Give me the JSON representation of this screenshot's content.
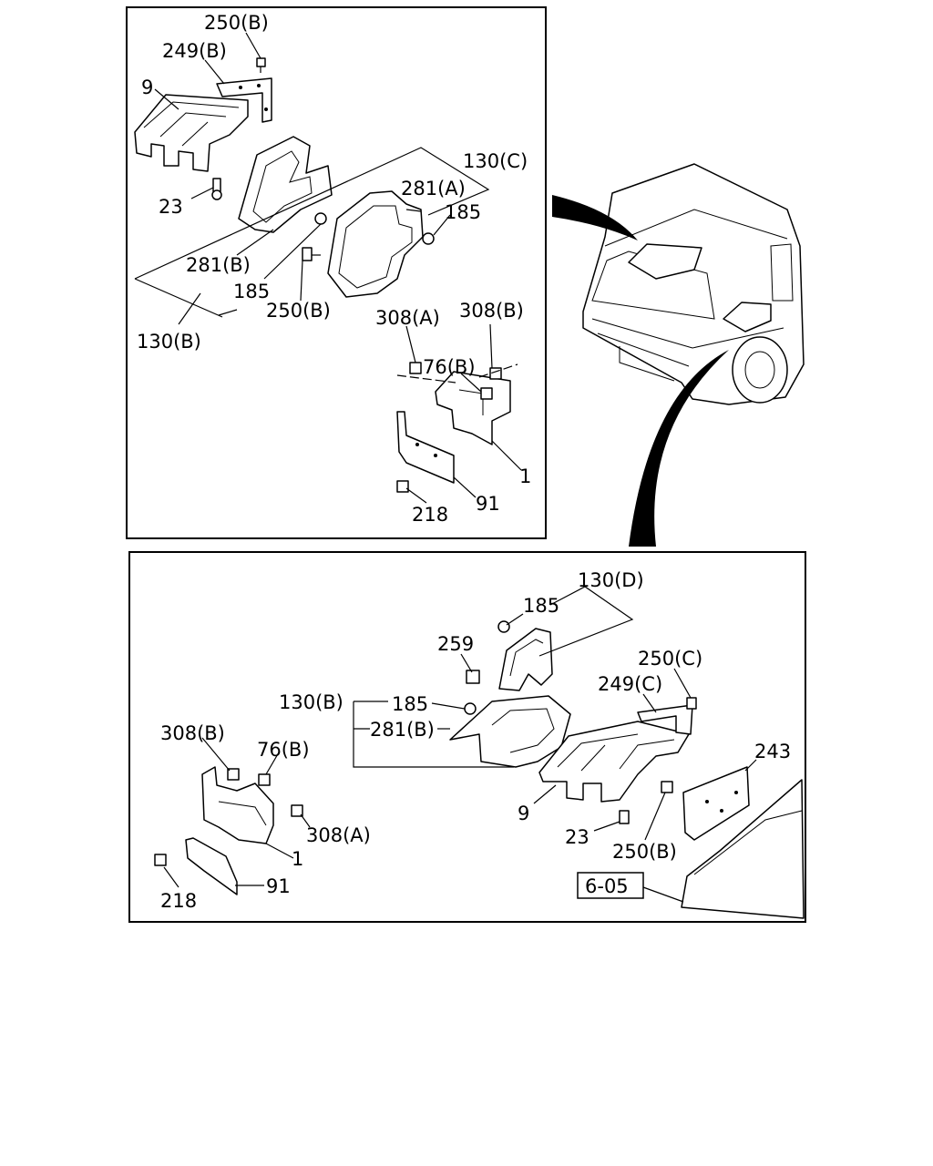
{
  "top_panel": {
    "labels": {
      "p250b": "250(B)",
      "p249b": "249(B)",
      "p9": "9",
      "p23": "23",
      "p130c": "130(C)",
      "p281a": "281(A)",
      "p185a": "185",
      "p281b": "281(B)",
      "p185b": "185",
      "p250b2": "250(B)",
      "p130b": "130(B)",
      "p308a": "308(A)",
      "p308b": "308(B)",
      "p76b": "76(B)",
      "p1": "1",
      "p91": "91",
      "p218": "218"
    }
  },
  "bottom_panel": {
    "labels": {
      "p130d": "130(D)",
      "p185": "185",
      "p259": "259",
      "p250c": "250(C)",
      "p249c": "249(C)",
      "p130b": "130(B)",
      "p185b": "185",
      "p281b": "281(B)",
      "p243": "243",
      "p308b": "308(B)",
      "p76b": "76(B)",
      "p308a": "308(A)",
      "p1": "1",
      "p218": "218",
      "p91": "91",
      "p9": "9",
      "p23": "23",
      "p250b": "250(B)",
      "ref": "6-05"
    }
  }
}
